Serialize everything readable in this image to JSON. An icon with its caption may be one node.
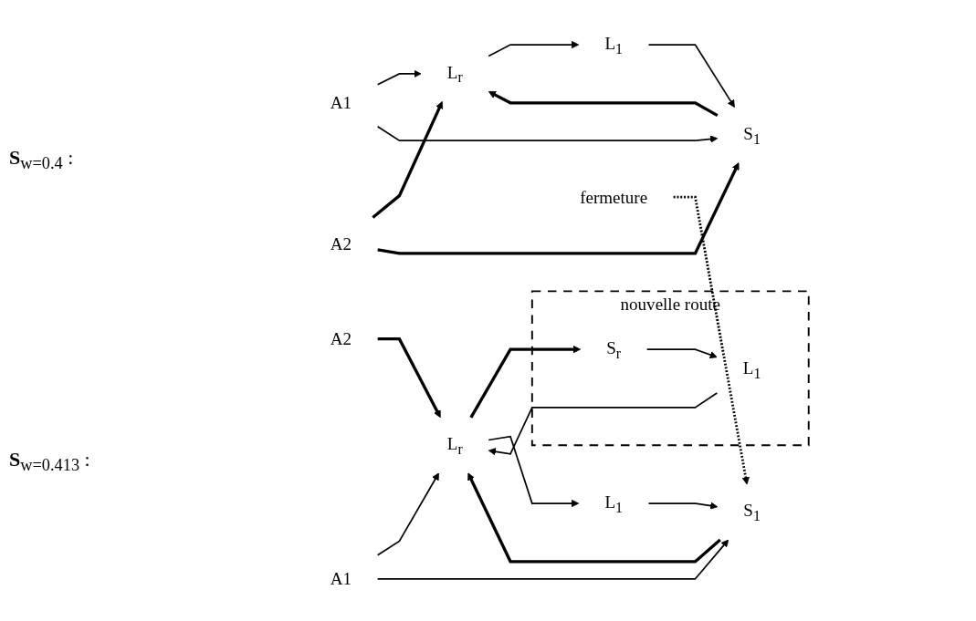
{
  "diagram": {
    "nodes": [
      {
        "text": [
          "A1"
        ]
      },
      {
        "text": [
          "L$_{r}$"
        ]
      },
      {
        "text": [
          "L$_{1}$"
        ]
      },
      {
        "text": [
          "S$_{1}$"
        ]
      },
      {
        "text": [
          "A2"
        ]
      },
      {
        "text": [
          "A1"
        ]
      },
      {
        "text": [
          "nouvelle route"
        ]
      },
      {
        "text": [
          "S$_{r}$"
        ],
        "in": 6
      },
      {
        "text": [
          "L$_{1}$"
        ],
        "in": 6
      },
      {
        "text": [
          "L$_{r}$"
        ]
      },
      {
        "text": [
          "L$_{1}$"
        ]
      },
      {
        "text": [
          "S$_{1}$"
        ]
      },
      {
        "text": [
          "A2"
        ]
      },
      {
        "text": [
          "fermeture"
        ]
      }
    ],
    "edges": [
      {
        "from": 0,
        "to": 1,
        "arrow": "to"
      },
      {
        "from": 0,
        "to": 3,
        "arrow": "to"
      },
      {
        "from": 1,
        "to": 2,
        "arrow": "to"
      },
      {
        "from": 2,
        "to": 3,
        "arrow": "to"
      },
      {
        "from": 4,
        "to": 1,
        "arrow": "to",
        "style": "thick"
      },
      {
        "from": 4,
        "to": 3,
        "arrow": "to",
        "style": "thick"
      },
      {
        "from": 3,
        "to": 1,
        "arrow": "to",
        "style": "thick"
      },
      {
        "from": 9,
        "to": 7,
        "arrow": "to",
        "style": "thick"
      },
      {
        "from": 5,
        "to": 9,
        "arrow": "to"
      },
      {
        "from": 5,
        "to": 11,
        "arrow": "to"
      },
      {
        "from": 7,
        "to": 8,
        "arrow": "to"
      },
      {
        "from": 8,
        "to": 9,
        "arrow": "to"
      },
      {
        "from": 9,
        "to": 10,
        "arrow": "to"
      },
      {
        "from": 10,
        "to": 11,
        "arrow": "to"
      },
      {
        "from": 12,
        "to": 9,
        "arrow": "to",
        "style": "thick"
      },
      {
        "from": 13,
        "to": 11,
        "arrow": "to",
        "style": "dashed"
      },
      {
        "from": 11,
        "to": 9,
        "arrow": "to",
        "style": "thick"
      }
    ],
    "labels": [
      "**S**$_{w=0.4}$ :",
      "**S**$_{w=0.413}$ :"
    ]
  }
}
